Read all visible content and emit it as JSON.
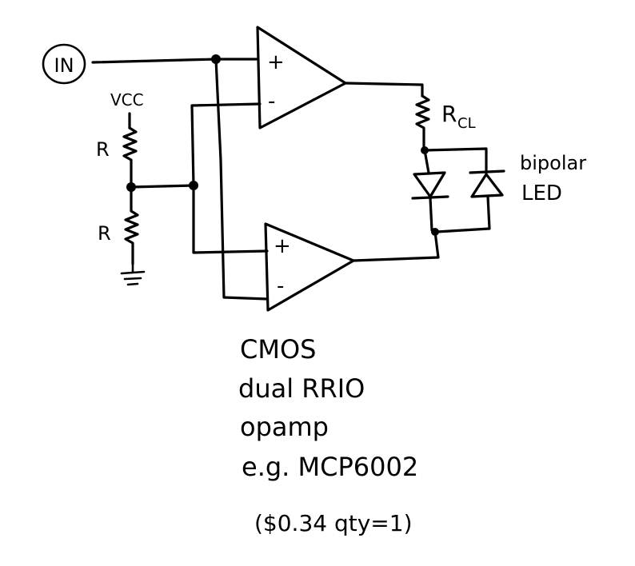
{
  "diagram": {
    "input_label": "IN",
    "vcc_label": "VCC",
    "resistor_top_label": "R",
    "resistor_bottom_label": "R",
    "opamp_top": {
      "plus": "+",
      "minus": "-"
    },
    "opamp_bottom": {
      "plus": "+",
      "minus": "-"
    },
    "rcl_label_main": "R",
    "rcl_label_sub": "CL",
    "led_label_line1": "bipolar",
    "led_label_line2": "LED",
    "note_lines": [
      "CMOS",
      "dual RRIO",
      "opamp",
      "e.g. MCP6002",
      "($0.34 qty=1)"
    ]
  }
}
